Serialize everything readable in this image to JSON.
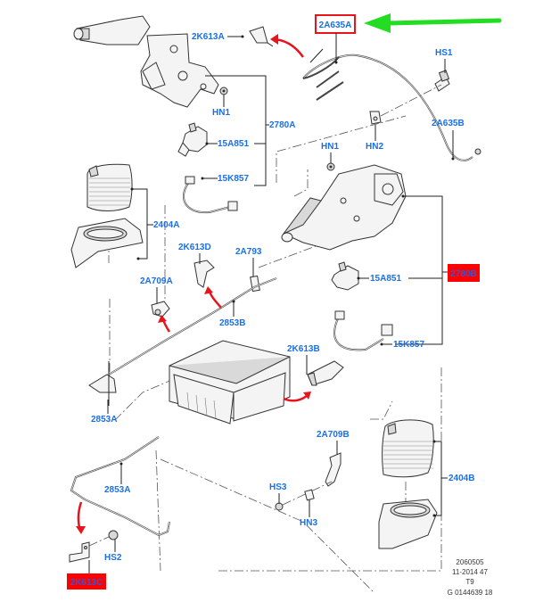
{
  "diagram": {
    "title_callout": {
      "label": "2A635A",
      "box_color": "#e8141c",
      "arrow_color": "#22dd22"
    },
    "labels": {
      "2K613A": "2K613A",
      "HN1_top": "HN1",
      "2780A": "2780A",
      "15A851_top": "15A851",
      "15K857_top": "15K857",
      "HS1": "HS1",
      "HN2": "HN2",
      "2A635B": "2A635B",
      "HN1_mid": "HN1",
      "2404A": "2404A",
      "2K613D": "2K613D",
      "2A793": "2A793",
      "2A709A": "2A709A",
      "2853B": "2853B",
      "15A851_mid": "15A851",
      "2780B": "2780B",
      "15K857_mid": "15K857",
      "2K613B": "2K613B",
      "2853A_left": "2853A",
      "2A709B": "2A709B",
      "2853A_low": "2853A",
      "HS3": "HS3",
      "HN3": "HN3",
      "2404B": "2404B",
      "HS2": "HS2",
      "2K613C": "2K613C"
    },
    "highlight_fill": "#ff0000",
    "label_color": "#1a6fe8",
    "meta": {
      "line1": "2060505",
      "line2": "11-2014 47",
      "line3": "T9",
      "line4": "G 0144639 18"
    }
  }
}
